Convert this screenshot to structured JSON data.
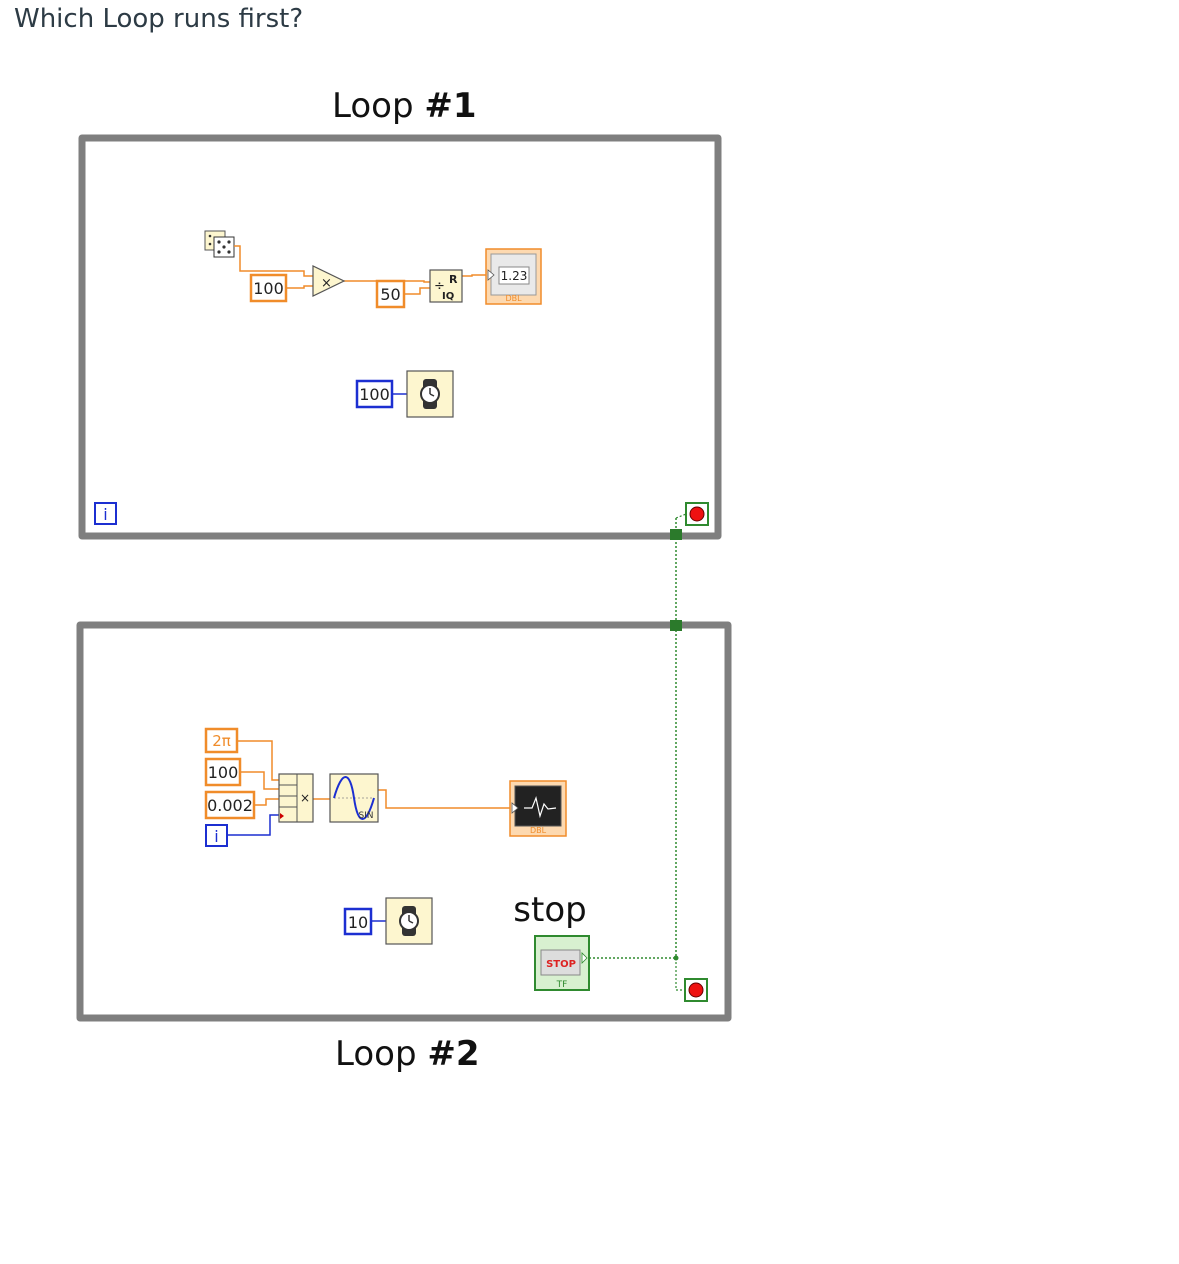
{
  "question": "Which Loop runs first?",
  "loop1": {
    "title_word": "Loop",
    "title_number": "#1",
    "constants": {
      "multiplier": "100",
      "divisor": "50",
      "wait_ms": "100"
    },
    "indicator_text": "1.23",
    "indicator_type": "DBL",
    "iteration_terminal": "i",
    "quotient_glyph_top": "R",
    "quotient_glyph_bottom": "IQ"
  },
  "loop2": {
    "title_word": "Loop",
    "title_number": "#2",
    "constants": {
      "two_pi": "2π",
      "c100": "100",
      "c0002": "0.002",
      "wait_ms": "10"
    },
    "iteration_terminal": "i",
    "sine_label": "SIN",
    "waveform_type": "DBL",
    "stop_label": "stop",
    "stop_button_text": "STOP",
    "stop_button_type": "TF"
  },
  "colors": {
    "loop_border": "#7f7f7f",
    "orange_wire": "#f08c2a",
    "blue_wire": "#1c2fd1",
    "green_wire": "#2f8a2f",
    "node_fill": "#fdf6cf"
  }
}
